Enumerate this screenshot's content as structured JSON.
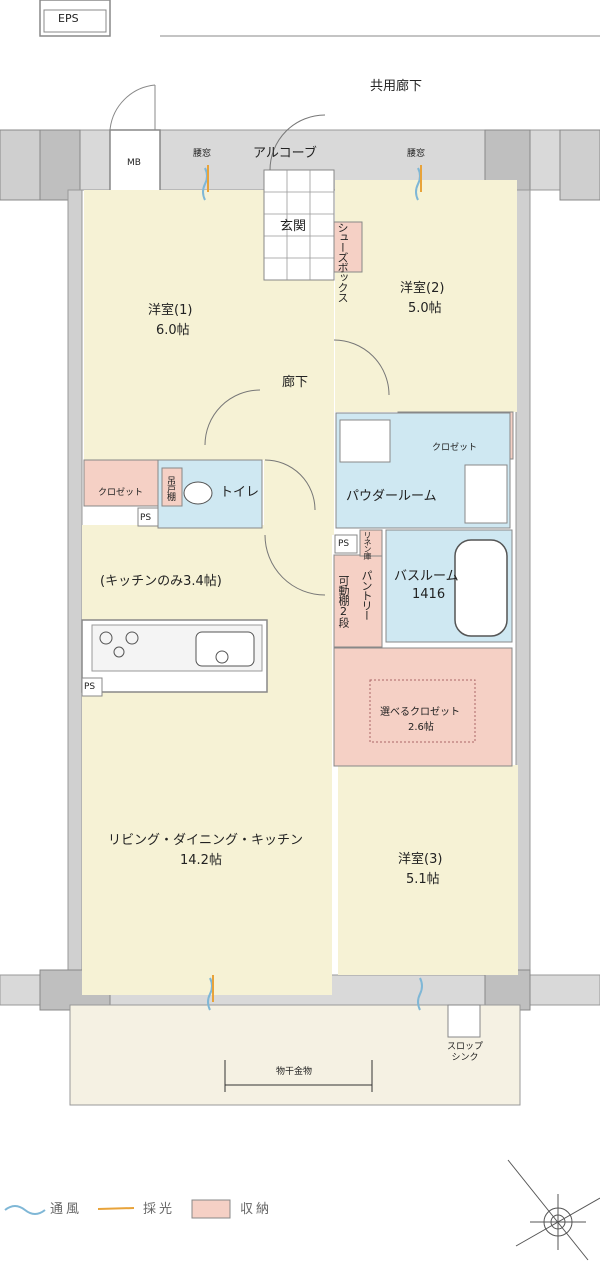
{
  "colors": {
    "room": "#f6f2d5",
    "wet": "#cfe8f2",
    "storage": "#f5d0c5",
    "balcony": "#f5f1e3",
    "wall": "#cccccc",
    "wall_edge": "#888888",
    "wind": "#7fb7d6",
    "light": "#e8a33a"
  },
  "labels": {
    "eps": "EPS",
    "common_corridor": "共用廊下",
    "mb": "MB",
    "window_left": "腰窓",
    "window_right": "腰窓",
    "alcove": "アルコーブ",
    "entrance": "玄関",
    "shoe_box": "シューズボックス",
    "room1_name": "洋室(1)",
    "room1_size": "6.0帖",
    "room2_name": "洋室(2)",
    "room2_size": "5.0帖",
    "hallway": "廊下",
    "closet_right": "クロゼット",
    "closet_left": "クロゼット",
    "hanging_shelf": "吊戸棚",
    "toilet": "トイレ",
    "powder_room": "パウダールーム",
    "ps_left": "PS",
    "ps_mid": "PS",
    "ps_kitchen": "PS",
    "linen": "リネン庫",
    "kitchen_only": "(キッチンのみ3.4帖)",
    "movable_shelf": "可動棚2段",
    "pantry": "パントリー",
    "bathroom": "バスルーム",
    "bathroom_size": "1416",
    "select_closet": "選べるクロゼット",
    "select_closet_size": "2.6帖",
    "ldk": "リビング・ダイニング・キッチン",
    "ldk_size": "14.2帖",
    "room3_name": "洋室(3)",
    "room3_size": "5.1帖",
    "slop_sink": "スロップシンク",
    "laundry_pole": "物干金物"
  },
  "legend": {
    "wind": "通風",
    "light": "採光",
    "storage": "収納"
  },
  "icons": [
    "wind-arrow-icon",
    "light-arrow-icon",
    "compass-icon",
    "stove-icon",
    "sink-icon",
    "toilet-icon",
    "bathtub-icon"
  ]
}
